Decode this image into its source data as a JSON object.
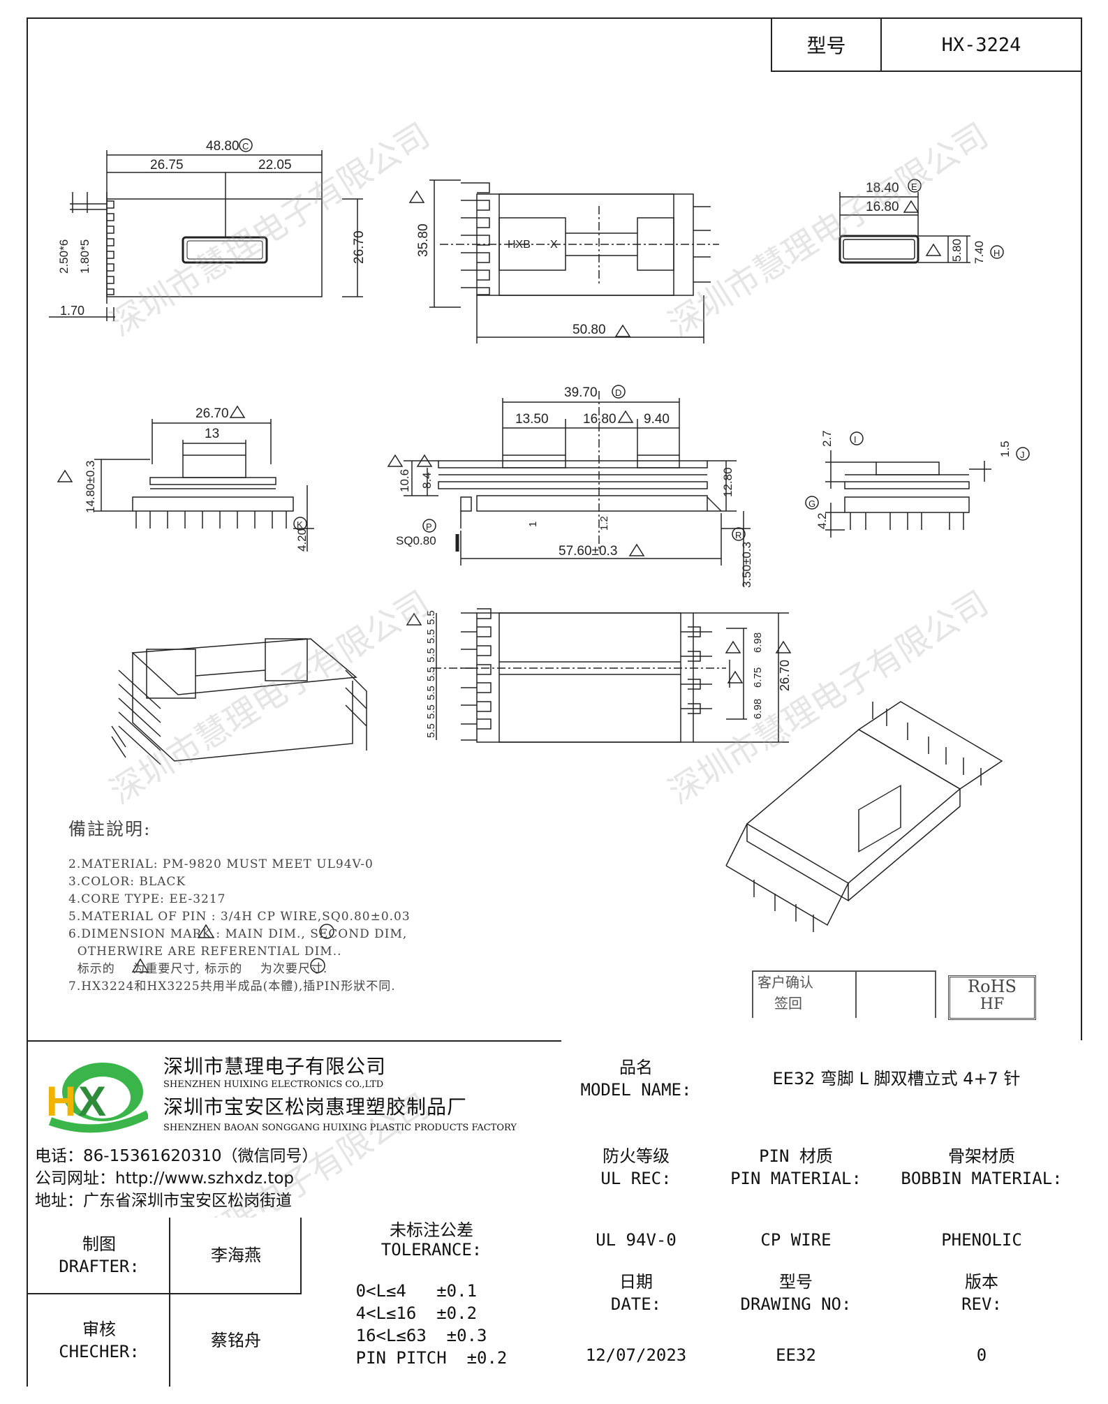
{
  "header": {
    "model_label": "型号",
    "model_value": "HX-3224"
  },
  "dims": {
    "top_left": {
      "overall": "48.80",
      "d1": "26.75",
      "d2": "22.05",
      "pitch1": "2.50*6",
      "pitch2": "1.80*5",
      "height": "26.70",
      "edge": "1.70",
      "mark_c": "C"
    },
    "top_center": {
      "height": "35.80",
      "width": "50.80",
      "hxb": "HXB",
      "x": "X"
    },
    "top_right": {
      "w1": "18.40",
      "w2": "16.80",
      "h1": "5.80",
      "h2": "7.40",
      "mark_e": "E",
      "mark_h": "H"
    },
    "mid_left": {
      "w1": "26.70",
      "w2": "13",
      "h": "14.80±0.3",
      "pin": "4.20",
      "mark_k": "K"
    },
    "mid_center": {
      "overall": "39.70",
      "a": "13.50",
      "b": "16.80",
      "c": "9.40",
      "h1": "10.6",
      "h2": "8.4",
      "h3": "12.80",
      "s1": "1",
      "s2": "1.2",
      "sq": "SQ0.80",
      "base": "57.60±0.3",
      "pin": "3.50±0.3",
      "mark_d": "D",
      "mark_p": "P",
      "mark_r": "R"
    },
    "mid_right": {
      "a": "2.7",
      "b": "1.5",
      "c": "4.2",
      "mark_i": "I",
      "mark_j": "J",
      "mark_g": "G"
    },
    "bottom": {
      "pitches": [
        "5.5",
        "5.5",
        "5.5",
        "5.5",
        "5.5",
        "5.5",
        "5.5",
        "5.5"
      ],
      "p1": "6.98",
      "p2": "6.75",
      "p3": "6.98",
      "total": "26.70"
    }
  },
  "notes": {
    "title": "備註說明:",
    "lines": [
      "2.MATERIAL: PM-9820 MUST MEET UL94V-0",
      "3.COLOR:  BLACK",
      "4.CORE TYPE: EE-3217",
      "5.MATERIAL OF PIN : 3/4H CP WIRE,SQ0.80±0.03",
      "6.DIMENSION MARK :    MAIN DIM.,    SECOND DIM,",
      "  OTHERWIRE ARE REFERENTIAL DIM..",
      "  标示的    为重要尺寸, 标示的    为次要尺寸.",
      "7.HX3224和HX3225共用半成品(本體),插PIN形狀不同."
    ]
  },
  "confirm": {
    "label1": "客户确认",
    "label2": "签回",
    "rohs1": "RoHS",
    "rohs2": "HF"
  },
  "company": {
    "logo": "HX",
    "name_cn": "深圳市慧理电子有限公司",
    "name_en": "SHENZHEN HUIXING ELECTRONICS CO.,LTD",
    "factory_cn": "深圳市宝安区松岗惠理塑胶制品厂",
    "factory_en": "SHENZHEN BAOAN SONGGANG HUIXING PLASTIC PRODUCTS FACTORY",
    "phone": "电话：86-15361620310（微信同号）",
    "website": "公司网址：http://www.szhxdz.top",
    "address": "地址：广东省深圳市宝安区松岗街道"
  },
  "title_block": {
    "model_name_cn": "品名",
    "model_name_en": "MODEL NAME:",
    "model_name_value": "EE32 弯脚 L 脚双槽立式 4+7 针",
    "ul_cn": "防火等级",
    "ul_en": "UL REC:",
    "ul_value": "UL 94V-0",
    "pin_cn": "PIN 材质",
    "pin_en": "PIN MATERIAL:",
    "pin_value": "CP WIRE",
    "bobbin_cn": "骨架材质",
    "bobbin_en": "BOBBIN MATERIAL:",
    "bobbin_value": "PHENOLIC",
    "drafter_cn": "制图",
    "drafter_en": "DRAFTER:",
    "drafter_value": "李海燕",
    "checker_cn": "审核",
    "checker_en": "CHECHER:",
    "checker_value": "蔡铭舟",
    "tol_cn": "未标注公差",
    "tol_en": "TOLERANCE:",
    "tol_lines": [
      "0<L≤4   ±0.1",
      "4<L≤16  ±0.2",
      "16<L≤63  ±0.3",
      "PIN PITCH  ±0.2"
    ],
    "date_cn": "日期",
    "date_en": "DATE:",
    "date_value": "12/07/2023",
    "dwg_cn": "型号",
    "dwg_en": "DRAWING NO:",
    "dwg_value": "EE32",
    "rev_cn": "版本",
    "rev_en": "REV:",
    "rev_value": "0"
  },
  "watermark": "深圳市慧理电子有限公司"
}
